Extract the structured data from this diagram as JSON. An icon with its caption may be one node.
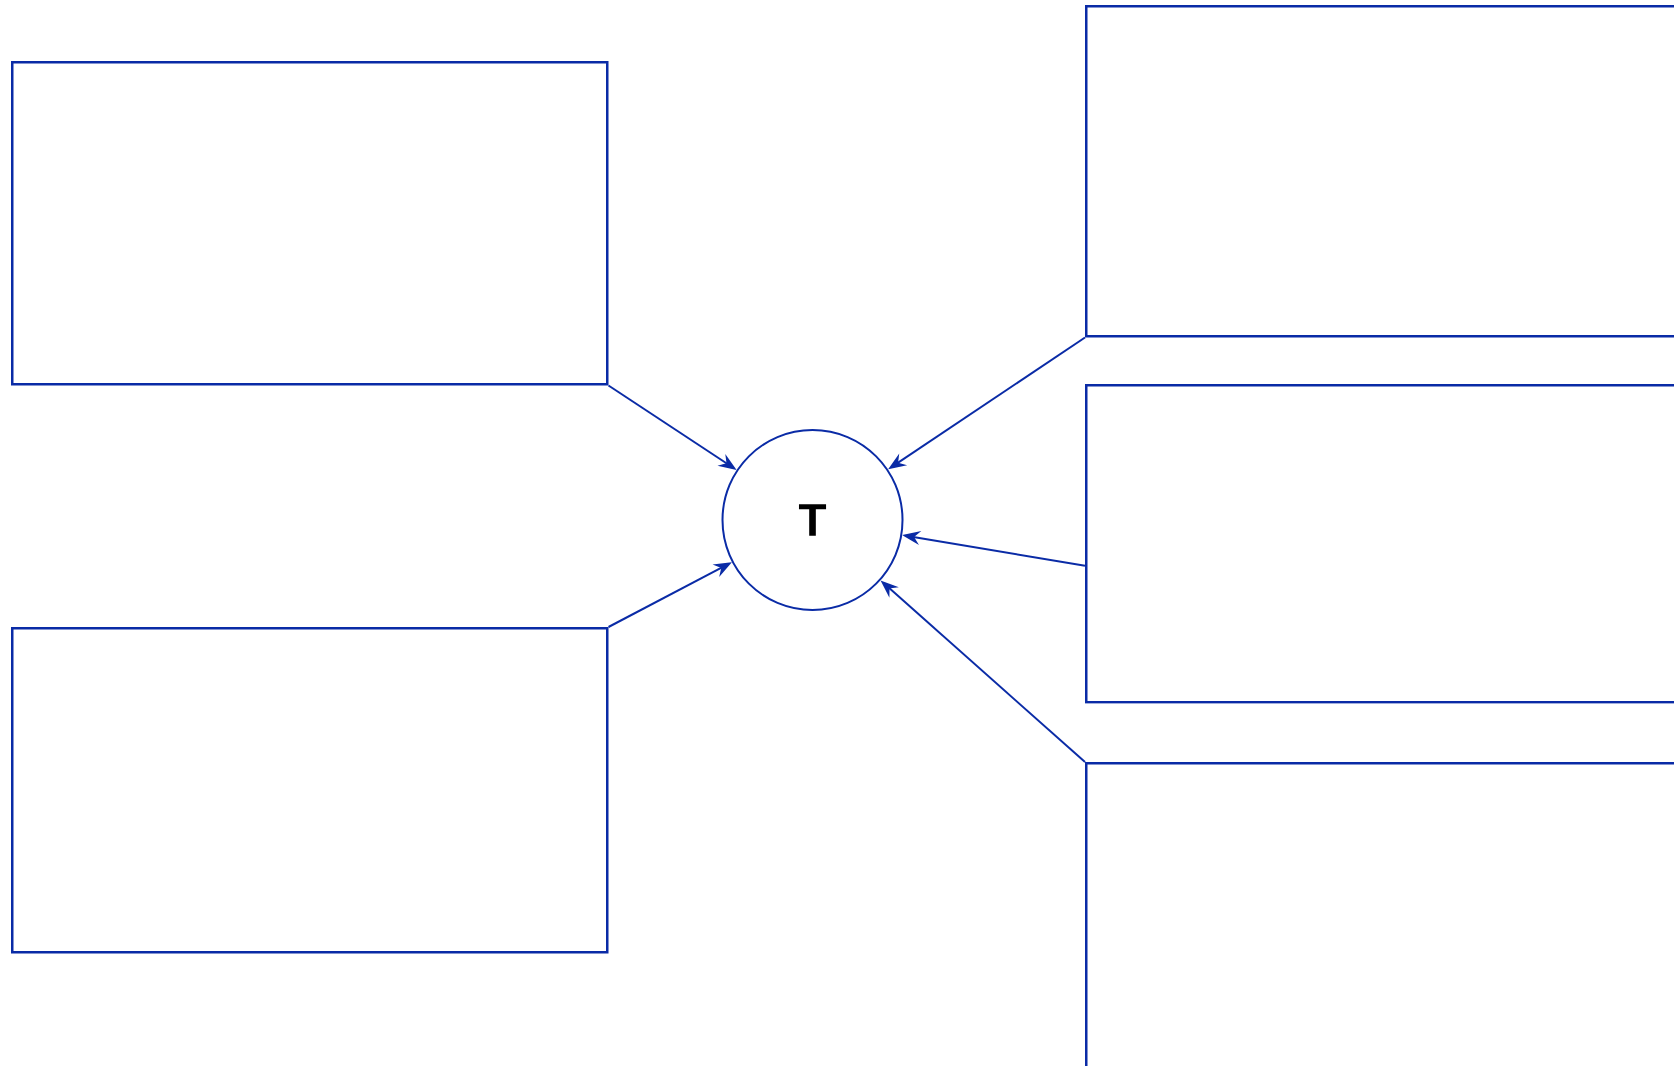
{
  "diagram": {
    "nodes": [
      {
        "text": [],
        "shape": "box"
      },
      {
        "text": [],
        "shape": "box"
      },
      {
        "text": [],
        "shape": "box"
      },
      {
        "text": [
          "T"
        ]
      },
      {
        "text": [],
        "shape": "box"
      },
      {
        "text": [],
        "shape": "box"
      }
    ],
    "edges": [
      {
        "from": 1,
        "to": 3,
        "arrow": "to"
      },
      {
        "from": 0,
        "to": 3,
        "arrow": "to"
      },
      {
        "from": 2,
        "to": 3,
        "arrow": "to"
      },
      {
        "from": 4,
        "to": 3,
        "arrow": "to"
      },
      {
        "from": 5,
        "to": 3,
        "arrow": "to"
      }
    ]
  }
}
